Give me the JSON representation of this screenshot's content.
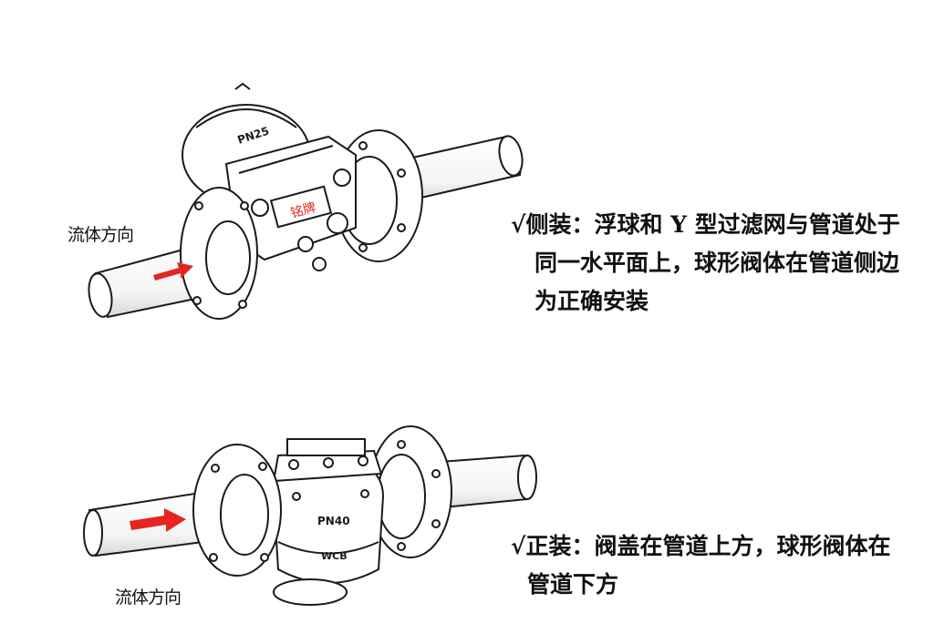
{
  "top_diagram": {
    "flow_label": "流体方向",
    "body_mark": "PN25",
    "plate_text": "铭牌",
    "note": {
      "check": "√",
      "line1": "侧装：浮球和 Y 型过滤网与管道处于",
      "line2": "同一水平面上，球形阀体在管道侧边",
      "line3": "为正确安装"
    }
  },
  "bottom_diagram": {
    "flow_label": "流体方向",
    "body_mark": "PN40",
    "material_mark": "WCB",
    "note": {
      "check": "√",
      "line1": "正装：阀盖在管道上方，球形阀体在",
      "line2": "管道下方"
    }
  },
  "colors": {
    "arrow": "#e52521",
    "plate_text": "#e52521",
    "line": "#1a1a1a"
  }
}
